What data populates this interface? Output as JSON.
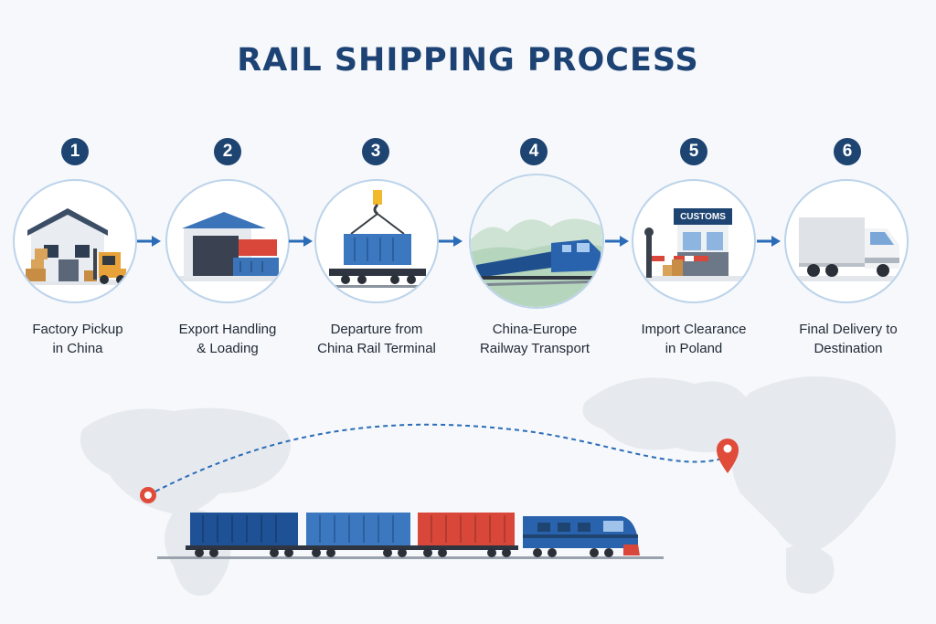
{
  "title": "RAIL SHIPPING PROCESS",
  "colors": {
    "navy": "#1e4472",
    "accent_blue": "#2a6cb8",
    "container_red": "#d9473a",
    "circle_border": "#bcd3ea",
    "pin_red": "#e04b3a"
  },
  "steps": [
    {
      "number": "1",
      "line1": "Factory Pickup",
      "line2": "in China",
      "icon": "factory-forklift-icon"
    },
    {
      "number": "2",
      "line1": "Export Handling",
      "line2": "& Loading",
      "icon": "warehouse-containers-icon"
    },
    {
      "number": "3",
      "line1": "Departure from",
      "line2": "China Rail Terminal",
      "icon": "crane-container-icon"
    },
    {
      "number": "4",
      "line1": "China-Europe",
      "line2": "Railway Transport",
      "icon": "train-icon"
    },
    {
      "number": "5",
      "line1": "Import Clearance",
      "line2": "in Poland",
      "icon": "customs-booth-icon"
    },
    {
      "number": "6",
      "line1": "Final Delivery to",
      "line2": "Destination",
      "icon": "delivery-truck-icon"
    }
  ],
  "customs_sign": "CUSTOMS",
  "map": {
    "origin_pin": "origin-pin-icon",
    "destination_pin": "destination-pin-icon"
  }
}
